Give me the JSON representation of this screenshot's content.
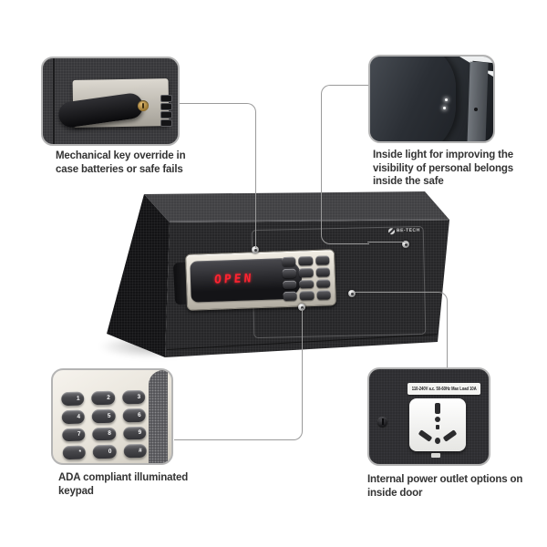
{
  "diagram": {
    "type": "product-feature-callouts",
    "subject": "electronic-hotel-safe"
  },
  "colors": {
    "background": "#ffffff",
    "connector_line": "#9a9a9a",
    "caption_text": "#333333",
    "safe_body": "#262628",
    "panel_metal": "#d8d3c9",
    "display_red": "#ff2330"
  },
  "safe": {
    "brand": "BE-TECH",
    "display_text": "OPEN"
  },
  "callouts": {
    "key_override": {
      "caption": "Mechanical key override in\ncase batteries or safe fails"
    },
    "inside_light": {
      "caption": "Inside light for improving the\nvisibility of personal belongs\ninside the safe"
    },
    "ada_keypad": {
      "caption": "ADA compliant illuminated\nkeypad",
      "keys": [
        "1",
        "2",
        "3",
        "4",
        "5",
        "6",
        "7",
        "8",
        "9",
        "*",
        "0",
        "#"
      ]
    },
    "power_outlet": {
      "caption": "Internal power outlet options on\ninside door",
      "rating_label": "110-240V a.c. 50-60Hz Max Load 10A"
    }
  }
}
